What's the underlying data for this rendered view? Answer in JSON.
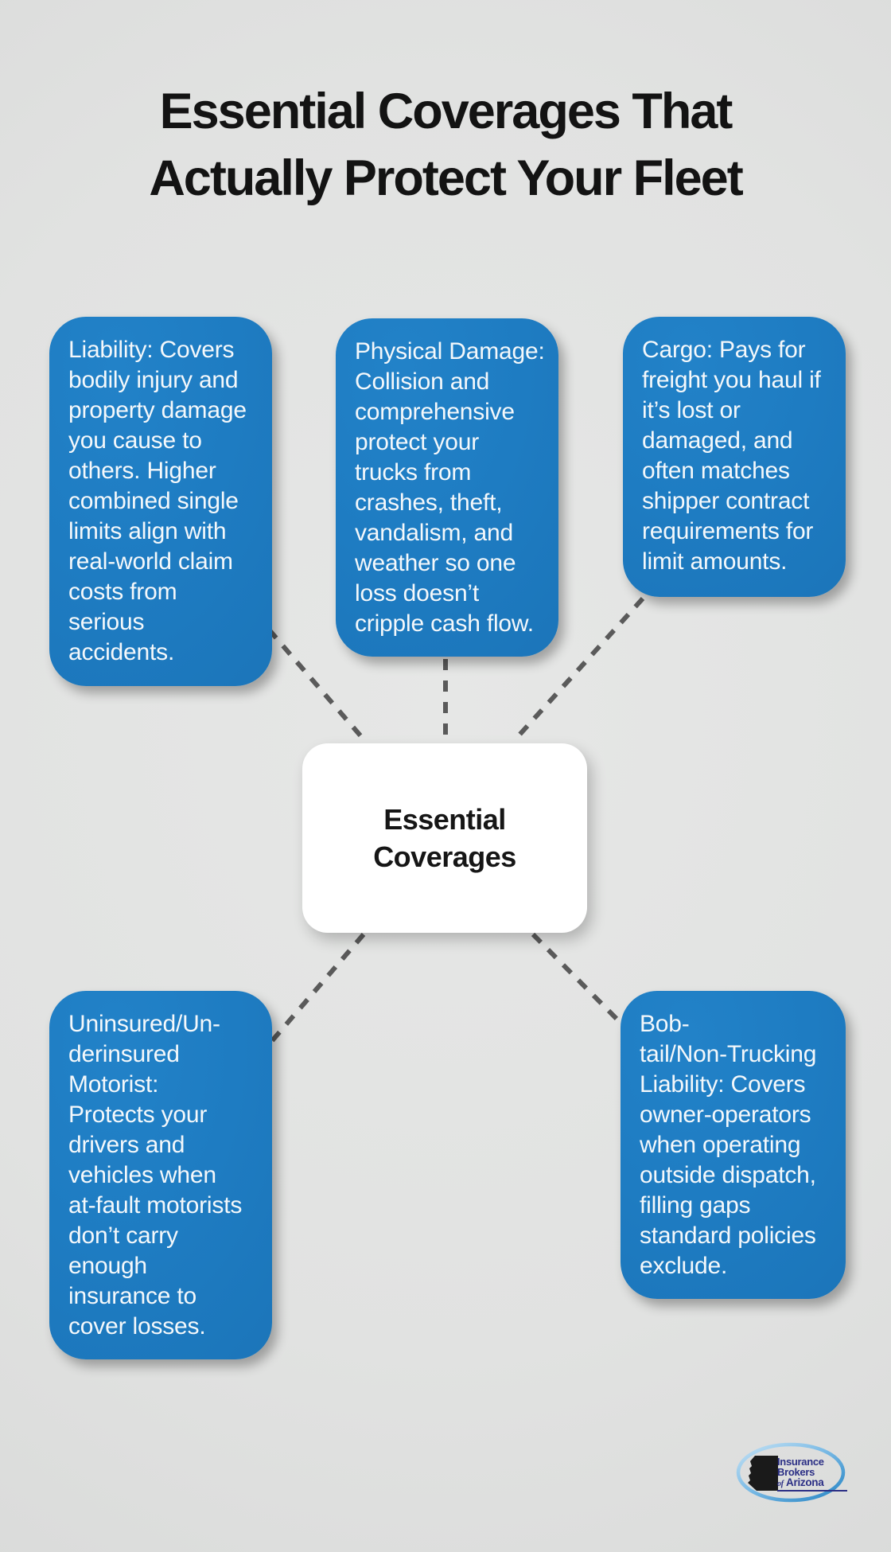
{
  "title": {
    "text": "Essential Coverages That\nActually Protect Your Fleet"
  },
  "center": {
    "label": "Essential\nCoverages"
  },
  "nodes": [
    {
      "id": "liability",
      "text": "Liability: Covers\nbodily injury and\nproperty damage\nyou cause to\nothers. Higher\ncombined single\nlimits align with\nreal-world claim\ncosts from\nserious\naccidents."
    },
    {
      "id": "physical-damage",
      "text": "Physical Damage:\nCollision and\ncomprehensive\nprotect your\ntrucks from\ncrashes, theft,\nvandalism, and\nweather so one\nloss doesn’t\ncripple cash flow."
    },
    {
      "id": "cargo",
      "text": "Cargo: Pays for\nfreight you haul if\nit’s lost or\ndamaged, and\noften matches\nshipper contract\nrequirements for\nlimit amounts."
    },
    {
      "id": "um-uim",
      "text": "Uninsured/Un-\nderinsured\nMotorist:\nProtects your\ndrivers and\nvehicles when\nat-fault motorists\ndon’t carry\nenough\ninsurance to\ncover losses."
    },
    {
      "id": "bobtail",
      "text": "Bob-\ntail/Non-Trucking\nLiability: Covers\nowner-operators\nwhen operating\noutside dispatch,\nfilling gaps\nstandard policies\nexclude."
    }
  ],
  "logo": {
    "line1": "Insurance",
    "line2": "Brokers",
    "line3_of": "of",
    "line3_rest": "Arizona"
  },
  "colors": {
    "node_blue": "#1e7cc2",
    "background_gray": "#e1e2e1",
    "connector_gray": "#5a5a5a",
    "logo_navy": "#2b2f85",
    "title_black": "#131313"
  }
}
